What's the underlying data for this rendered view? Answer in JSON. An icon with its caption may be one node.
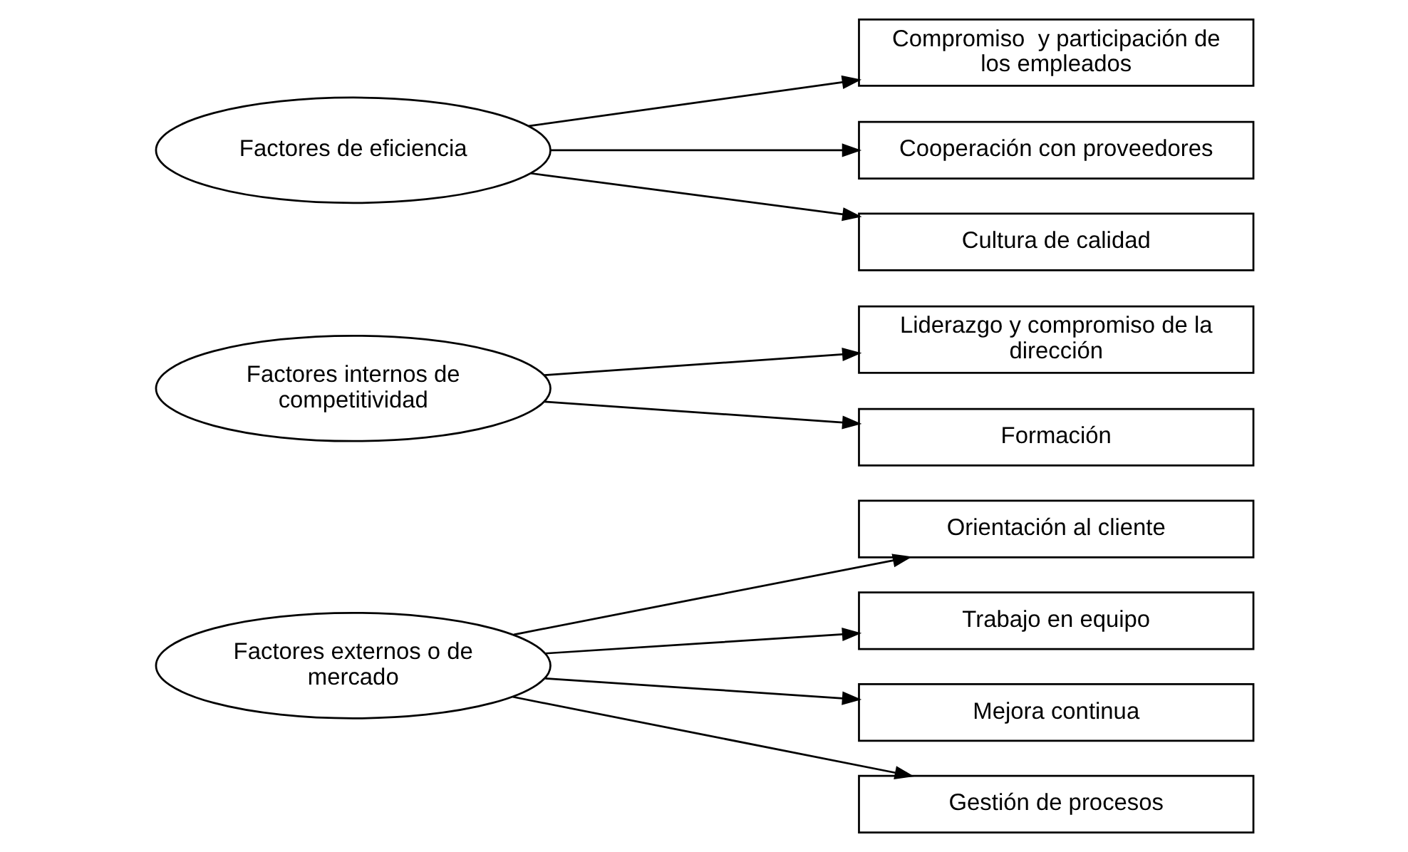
{
  "diagram": {
    "nodes": [
      {
        "text": [
          "Factores externos o de mercado"
        ]
      },
      {
        "text": [
          "Factores internos de competitividad"
        ]
      },
      {
        "text": [
          "Factores de eficiencia"
        ]
      },
      {
        "text": [
          "Orientación al cliente"
        ]
      },
      {
        "text": [
          "Liderazgo y compromiso de la dirección"
        ]
      },
      {
        "text": [
          "Compromiso  y participación de los empleados"
        ]
      },
      {
        "text": [
          "Trabajo en equipo"
        ]
      },
      {
        "text": [
          "Formación"
        ]
      },
      {
        "text": [
          "Cooperación con proveedores"
        ]
      },
      {
        "text": [
          "Mejora continua"
        ]
      },
      {
        "text": [
          "Gestión de procesos"
        ]
      },
      {
        "text": [
          "Cultura de calidad"
        ]
      }
    ],
    "edges": [
      {
        "from": 0,
        "to": 3,
        "arrow": "to"
      },
      {
        "from": 0,
        "to": 6,
        "arrow": "to"
      },
      {
        "from": 0,
        "to": 9,
        "arrow": "to"
      },
      {
        "from": 0,
        "to": 10,
        "arrow": "to"
      },
      {
        "from": 1,
        "to": 4,
        "arrow": "to"
      },
      {
        "from": 1,
        "to": 7,
        "arrow": "to"
      },
      {
        "from": 2,
        "to": 5,
        "arrow": "to"
      },
      {
        "from": 2,
        "to": 8,
        "arrow": "to"
      },
      {
        "from": 2,
        "to": 11,
        "arrow": "to"
      }
    ]
  }
}
